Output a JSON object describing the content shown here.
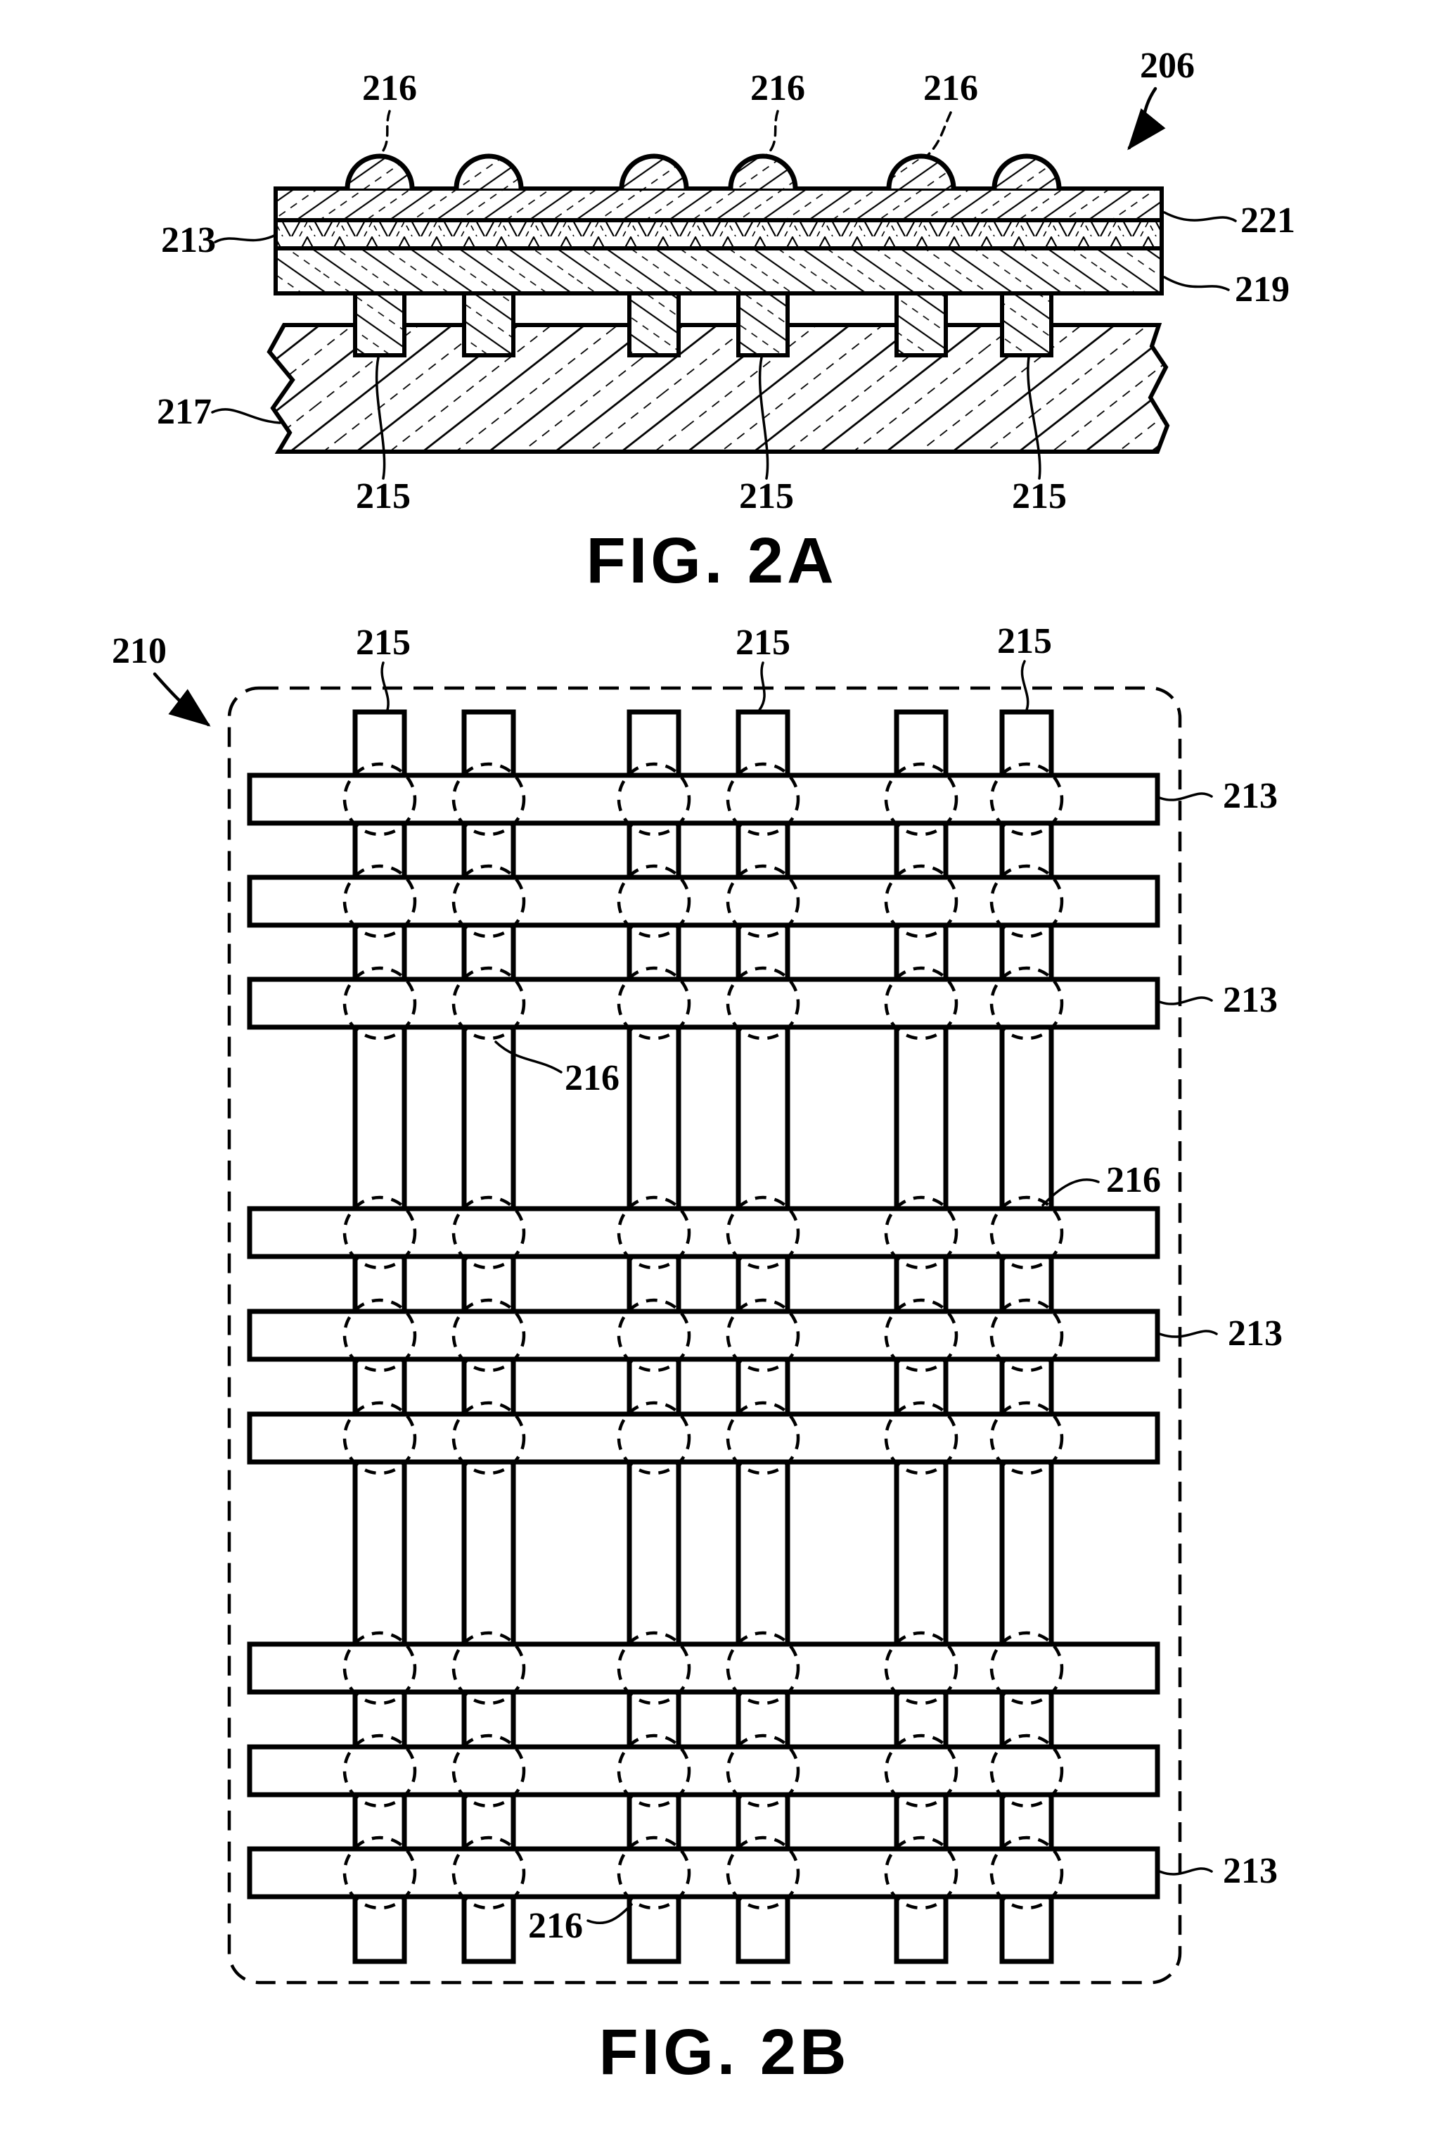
{
  "sheet": {
    "background": "#ffffff",
    "ink": "#000000"
  },
  "fig2a": {
    "caption": "FIG. 2A",
    "labels": {
      "bumps": [
        "216",
        "216",
        "216"
      ],
      "device": "206",
      "top_layer": "221",
      "row_conductor_layer": "213",
      "lower_layer": "219",
      "substrate": "217",
      "vias": [
        "215",
        "215",
        "215"
      ]
    }
  },
  "fig2b": {
    "caption": "FIG. 2B",
    "labels": {
      "array": "210",
      "columns": [
        "215",
        "215",
        "215"
      ],
      "rows": [
        "213",
        "213",
        "213",
        "213"
      ],
      "bumps": [
        "216",
        "216",
        "216"
      ]
    },
    "structure": {
      "row_count": 9,
      "column_count": 6,
      "bump_count": 54
    }
  }
}
